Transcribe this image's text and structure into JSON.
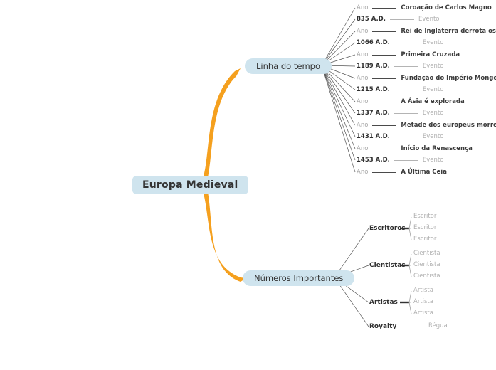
{
  "root": {
    "label": "Europa Medieval"
  },
  "branches": [
    {
      "id": "timeline",
      "label": "Linha do tempo",
      "items": [
        {
          "lead": "Ano",
          "tail": "Coroação de Carlos Magno",
          "variant": "a"
        },
        {
          "lead": "835 A.D.",
          "tail": "Evento",
          "variant": "b"
        },
        {
          "lead": "Ano",
          "tail": "Rei de Inglaterra derrota os invasores",
          "variant": "a"
        },
        {
          "lead": "1066 A.D.",
          "tail": "Evento",
          "variant": "b"
        },
        {
          "lead": "Ano",
          "tail": "Primeira Cruzada",
          "variant": "a"
        },
        {
          "lead": "1189 A.D.",
          "tail": "Evento",
          "variant": "b"
        },
        {
          "lead": "Ano",
          "tail": "Fundação do Império Mongol",
          "variant": "a"
        },
        {
          "lead": "1215 A.D.",
          "tail": "Evento",
          "variant": "b"
        },
        {
          "lead": "Ano",
          "tail": "A Ásia é explorada",
          "variant": "a"
        },
        {
          "lead": "1337 A.D.",
          "tail": "Evento",
          "variant": "b"
        },
        {
          "lead": "Ano",
          "tail": "Metade dos europeus morre",
          "variant": "a"
        },
        {
          "lead": "1431 A.D.",
          "tail": "Evento",
          "variant": "b"
        },
        {
          "lead": "Ano",
          "tail": "Início da Renascença",
          "variant": "a"
        },
        {
          "lead": "1453 A.D.",
          "tail": "Evento",
          "variant": "b"
        },
        {
          "lead": "Ano",
          "tail": "A Última Ceia",
          "variant": "a"
        }
      ]
    },
    {
      "id": "people",
      "label": "Números Importantes",
      "groups": [
        {
          "label": "Escritores",
          "children": [
            "Escritor",
            "Escritor",
            "Escritor"
          ]
        },
        {
          "label": "Cientistas",
          "children": [
            "Cientista",
            "Cientista",
            "Cientista"
          ]
        },
        {
          "label": "Artistas",
          "children": [
            "Artista",
            "Artista",
            "Artista"
          ]
        },
        {
          "label": "Royalty",
          "children": [
            "Régua"
          ]
        }
      ]
    }
  ],
  "colors": {
    "background": "#ffffff",
    "node_fill": "#cfe4ee",
    "branch_stroke": "#f5a01e",
    "connector_dark": "#4a4a4a",
    "connector_light": "#b4b4b4",
    "text_dark": "#2f2f2f",
    "text_muted": "#b0b0b0"
  }
}
